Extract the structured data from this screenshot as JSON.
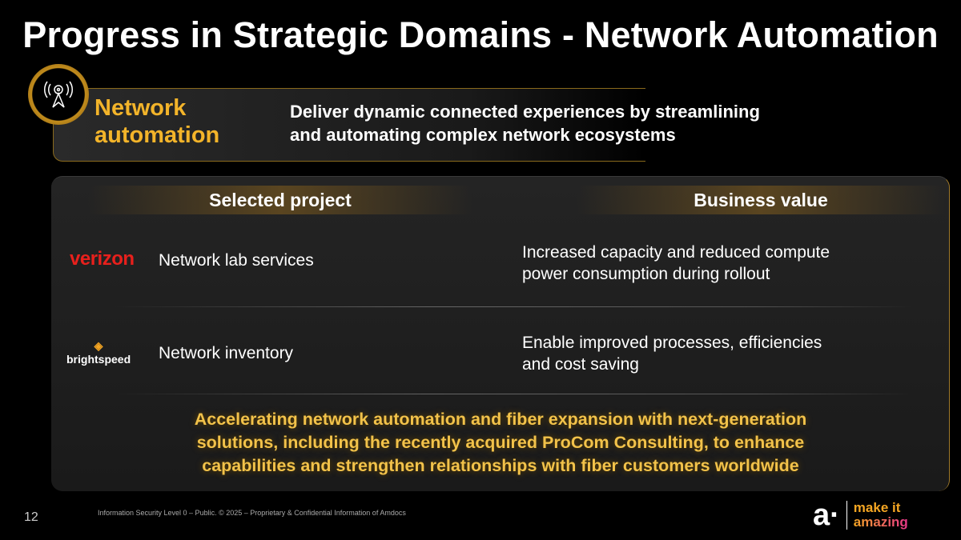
{
  "title": "Progress in Strategic Domains - Network Automation",
  "banner": {
    "title_line1": "Network",
    "title_line2": "automation",
    "desc_line1": "Deliver dynamic connected experiences by streamlining",
    "desc_line2": "and automating complex network ecosystems",
    "icon": "antenna-tower-icon"
  },
  "table": {
    "headers": [
      "Selected project",
      "Business value"
    ],
    "rows": [
      {
        "logo": "verizon",
        "project": "Network lab services",
        "value_line1": "Increased capacity and reduced compute",
        "value_line2": "power consumption during rollout"
      },
      {
        "logo": "brightspeed",
        "project": "Network inventory",
        "value_line1": "Enable improved processes, efficiencies",
        "value_line2": "and cost saving"
      }
    ]
  },
  "callout": [
    "Accelerating network automation and fiber expansion with next-generation",
    "solutions, including the recently acquired ProCom Consulting, to enhance",
    "capabilities and strengthen relationships with fiber customers worldwide"
  ],
  "footer": {
    "page": "12",
    "text": "Information Security Level 0 – Public. © 2025 – Proprietary & Confidential Information of Amdocs",
    "brand_mark": "a·",
    "brand_line1": "make it",
    "brand_line2": "amazing"
  },
  "colors": {
    "gold": "#f3b42a",
    "verizon": "#e8201c"
  }
}
